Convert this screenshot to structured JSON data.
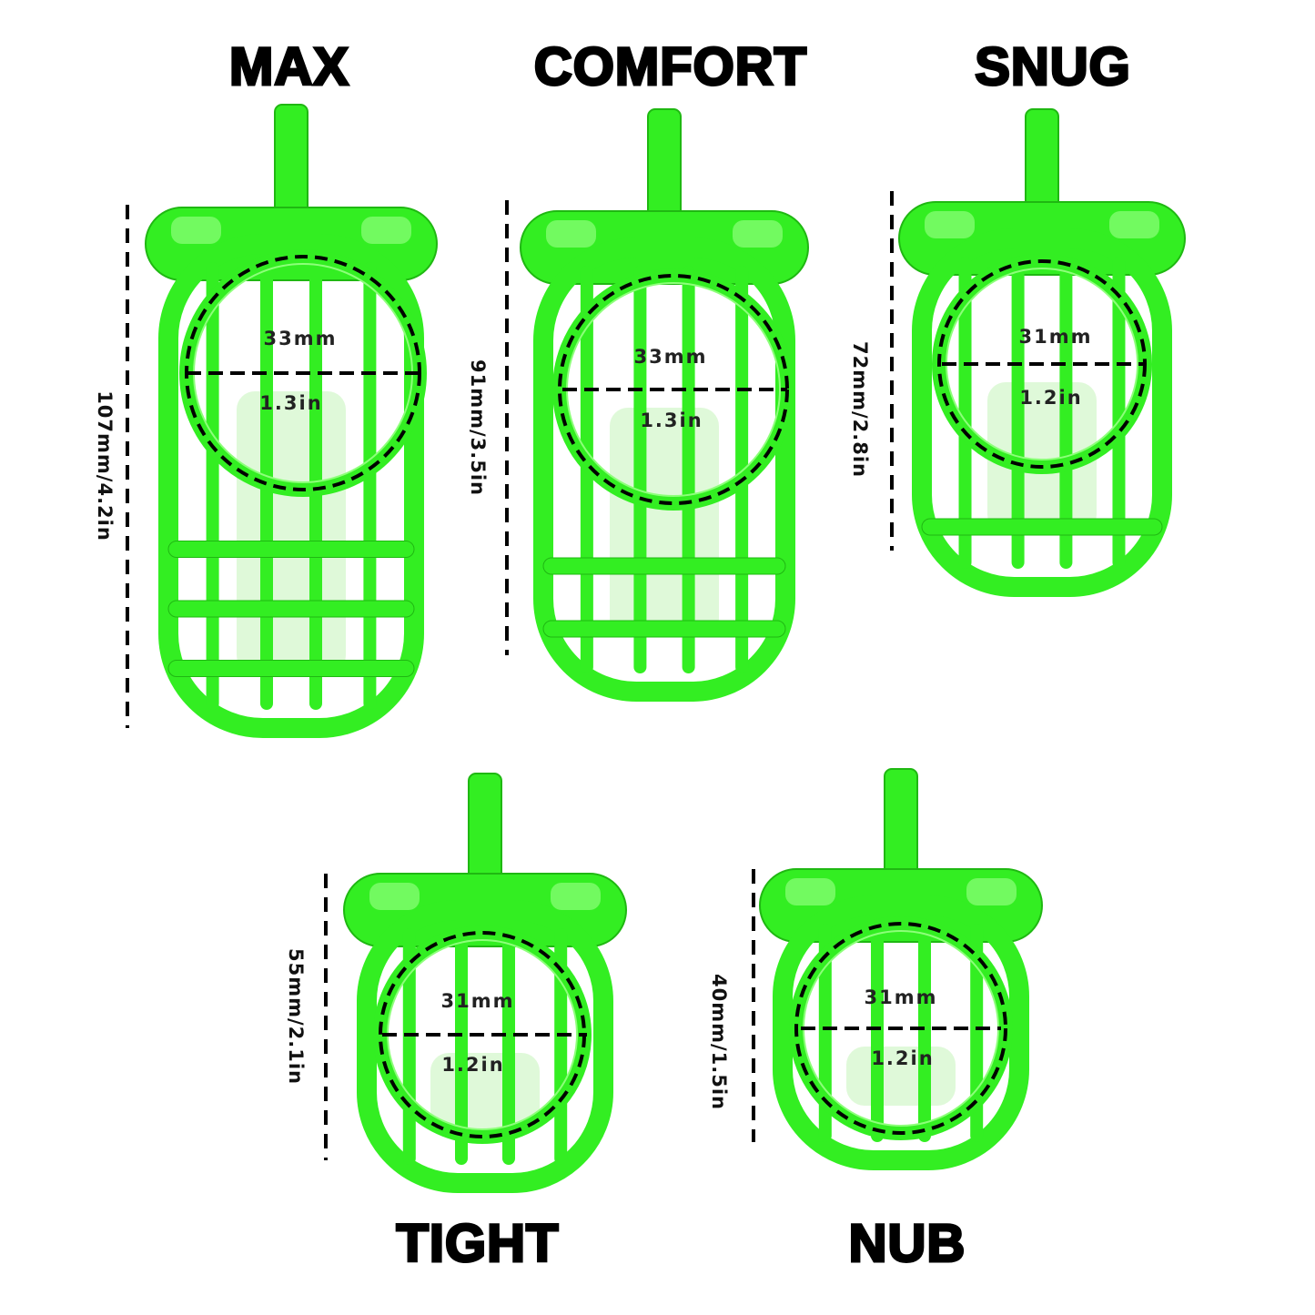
{
  "accent_color": "#33ee22",
  "sizes": [
    {
      "name": "MAX",
      "length": "107mm/4.2in",
      "diameter_mm": "33mm",
      "diameter_in": "1.3in"
    },
    {
      "name": "COMFORT",
      "length": "91mm/3.5in",
      "diameter_mm": "33mm",
      "diameter_in": "1.3in"
    },
    {
      "name": "SNUG",
      "length": "72mm/2.8in",
      "diameter_mm": "31mm",
      "diameter_in": "1.2in"
    },
    {
      "name": "TIGHT",
      "length": "55mm/2.1in",
      "diameter_mm": "31mm",
      "diameter_in": "1.2in"
    },
    {
      "name": "NUB",
      "length": "40mm/1.5in",
      "diameter_mm": "31mm",
      "diameter_in": "1.2in"
    }
  ]
}
